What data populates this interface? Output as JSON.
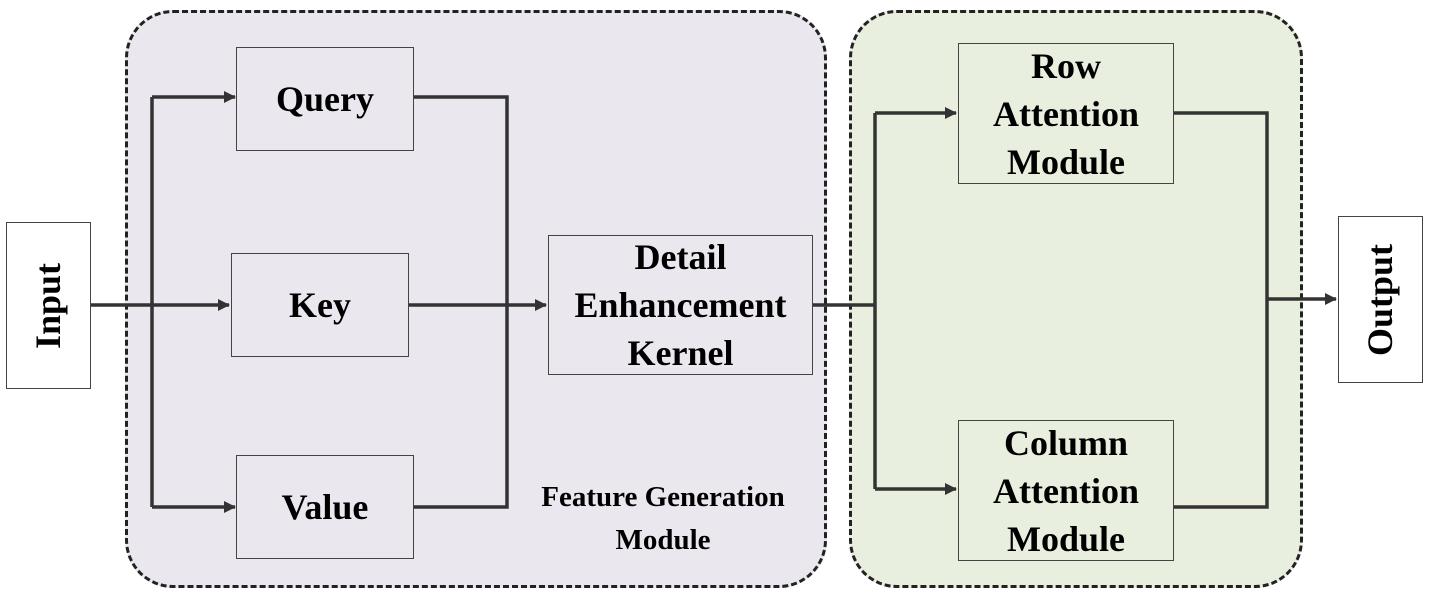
{
  "nodes": {
    "input": "Input",
    "query": "Query",
    "key": "Key",
    "value": "Value",
    "detail_kernel": [
      "Detail",
      "Enhancement",
      "Kernel"
    ],
    "row_attention": [
      "Row",
      "Attention",
      "Module"
    ],
    "column_attention": [
      "Column",
      "Attention",
      "Module"
    ],
    "output": "Output"
  },
  "groups": {
    "feature_generation": [
      "Feature Generation",
      "Module"
    ]
  },
  "colors": {
    "feature_group_fill": "#ebe7ef",
    "attention_group_fill": "#e9efdf",
    "line": "#333333"
  }
}
